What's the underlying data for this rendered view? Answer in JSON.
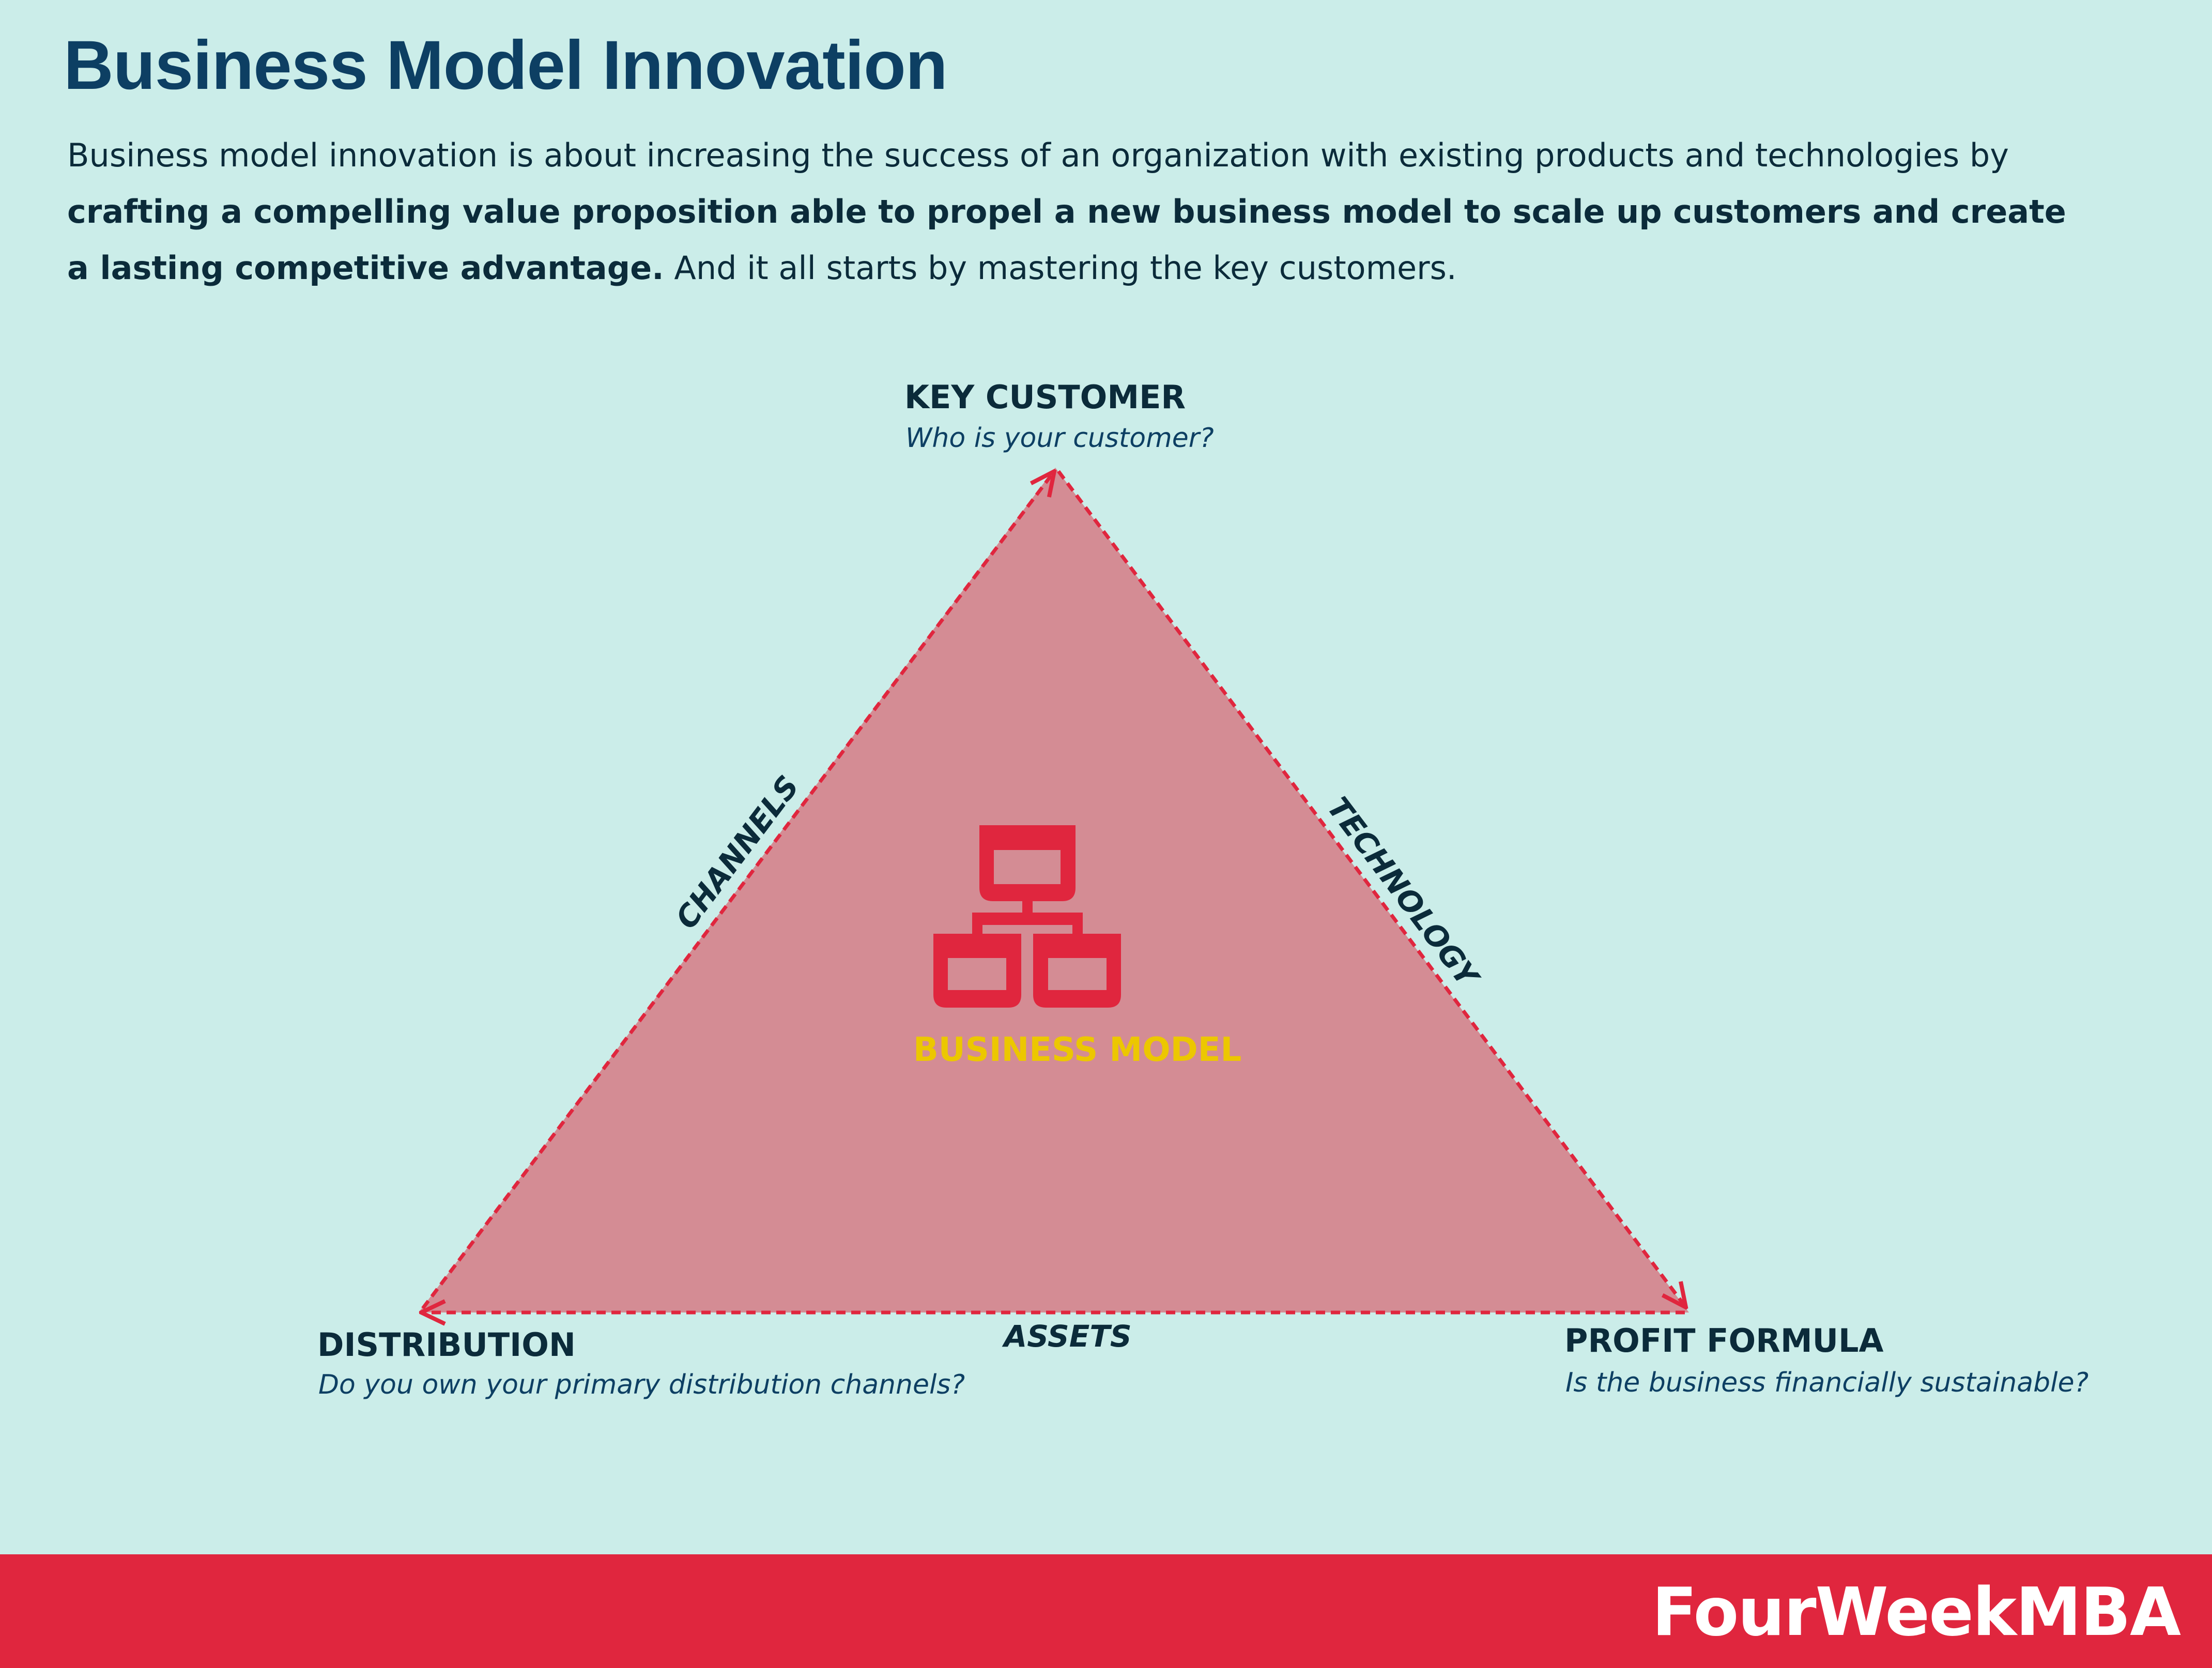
{
  "title": "Business Model Innovation",
  "intro": {
    "part1": "Business model innovation is about increasing the success of an organization with existing products and technologies by ",
    "bold": "crafting a compelling value proposition able to propel a new business model to scale up customers and create a lasting competitive advantage.",
    "part2": " And it all starts by mastering the key customers."
  },
  "nodes": {
    "key_customer": {
      "title": "KEY CUSTOMER",
      "subtitle": "Who is your customer?"
    },
    "distribution": {
      "title": "DISTRIBUTION",
      "subtitle": "Do you own your primary distribution channels?"
    },
    "profit_formula": {
      "title": "PROFIT FORMULA",
      "subtitle": "Is the business financially sustainable?"
    }
  },
  "edges": {
    "left": "CHANNELS",
    "right": "TECHNOLOGY",
    "bottom": "ASSETS"
  },
  "center": {
    "label": "BUSINESS MODEL",
    "icon": "hierarchy-network-icon"
  },
  "footer": {
    "brand": "FourWeekMBA"
  },
  "colors": {
    "background": "#cbede9",
    "accent": "#e0263e",
    "triangle": "#d48c94",
    "label": "#ecc700",
    "title": "#0d3f63"
  }
}
